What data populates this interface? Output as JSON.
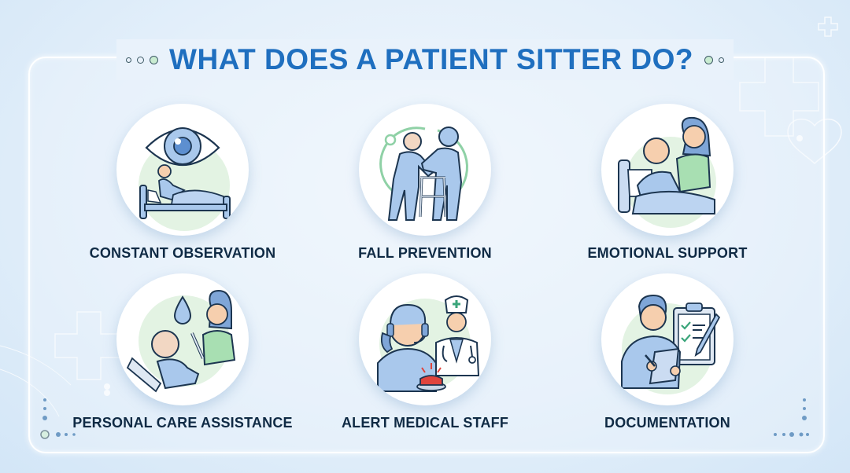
{
  "header": {
    "title": "WHAT DOES A PATIENT SITTER DO?"
  },
  "colors": {
    "title": "#1f6fbf",
    "label": "#0f2a44",
    "accent_green": "#bfe6c8",
    "figure_blue": "#a9c8ec",
    "outline": "#1c3550",
    "alert_red": "#e0443c"
  },
  "cards": [
    {
      "label": "CONSTANT OBSERVATION",
      "icon": "eye-over-patient-in-bed-icon"
    },
    {
      "label": "FALL PREVENTION",
      "icon": "caregiver-walker-assist-icon"
    },
    {
      "label": "EMOTIONAL SUPPORT",
      "icon": "caregiver-comforting-patient-icon"
    },
    {
      "label": "PERSONAL CARE ASSISTANCE",
      "icon": "caregiver-brushing-teeth-icon"
    },
    {
      "label": "ALERT MEDICAL STAFF",
      "icon": "headset-doctor-alarm-icon"
    },
    {
      "label": "DOCUMENTATION",
      "icon": "person-clipboard-notes-icon"
    }
  ]
}
